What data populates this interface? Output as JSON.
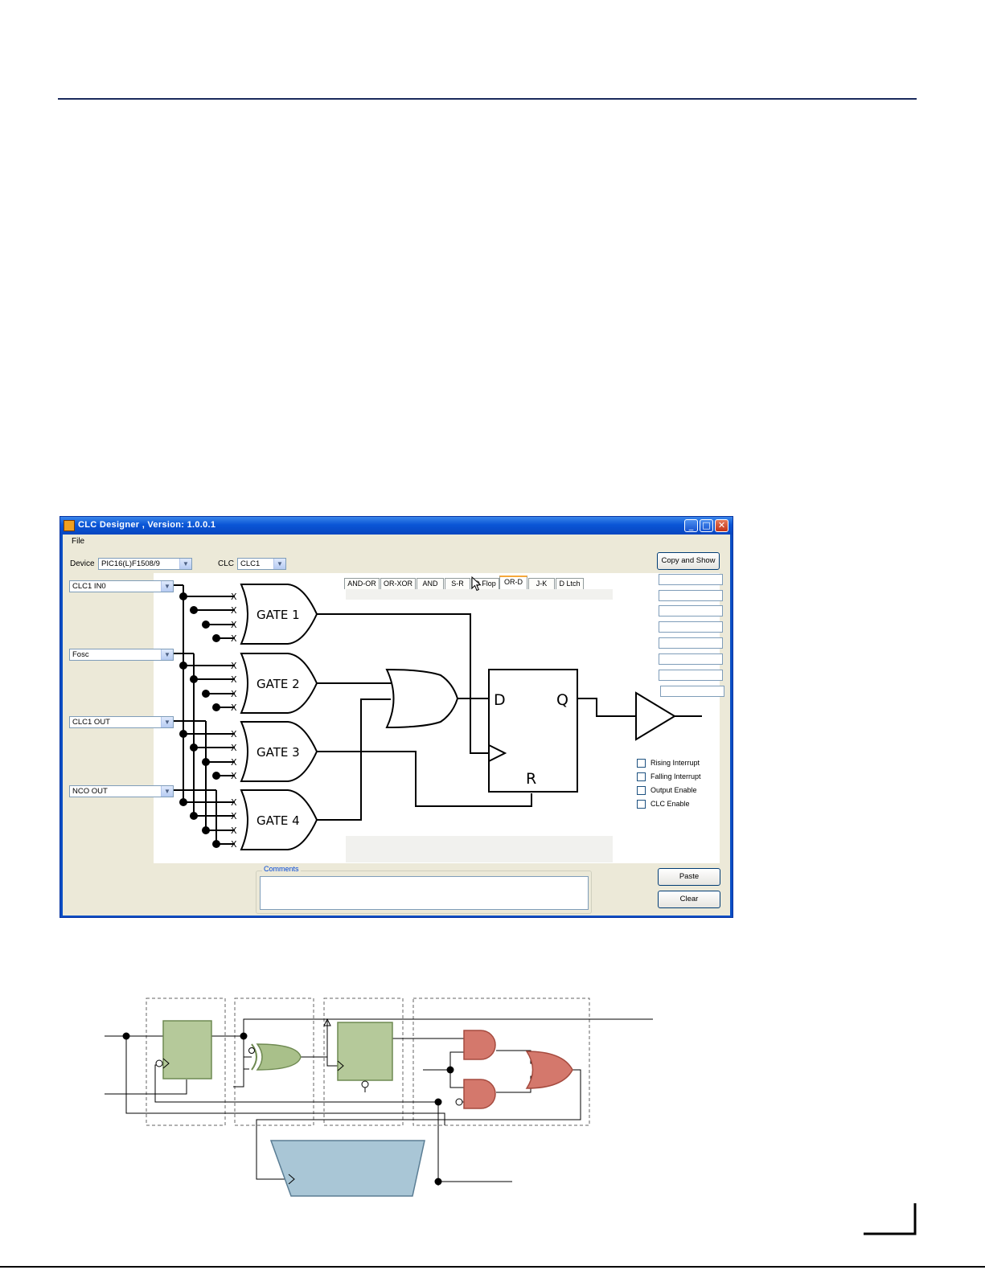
{
  "window": {
    "title": "CLC Designer , Version: 1.0.0.1",
    "controls": {
      "minimize": "_",
      "maximize": "□",
      "close": "✕"
    }
  },
  "menu": {
    "file": "File"
  },
  "device": {
    "label": "Device",
    "value": "PIC16(L)F1508/9"
  },
  "clc": {
    "label": "CLC",
    "value": "CLC1"
  },
  "inputs": [
    {
      "value": "CLC1 IN0"
    },
    {
      "value": "Fosc"
    },
    {
      "value": "CLC1 OUT"
    },
    {
      "value": "NCO OUT"
    }
  ],
  "tabs": [
    {
      "label": "AND-OR",
      "active": false
    },
    {
      "label": "OR-XOR",
      "active": false
    },
    {
      "label": "AND",
      "active": false
    },
    {
      "label": "S-R",
      "active": false
    },
    {
      "label": "D Flop",
      "active": false
    },
    {
      "label": "OR-D",
      "active": true
    },
    {
      "label": "J-K",
      "active": false
    },
    {
      "label": "D Ltch",
      "active": false
    }
  ],
  "buttons": {
    "copy_and_show": "Copy and Show",
    "paste": "Paste",
    "clear": "Clear"
  },
  "diagram": {
    "gates": [
      "GATE 1",
      "GATE 2",
      "GATE 3",
      "GATE 4"
    ],
    "x_mark": "X",
    "d_label": "D",
    "q_label": "Q",
    "r_label": "R"
  },
  "options": [
    {
      "label": "Rising Interrupt",
      "checked": false
    },
    {
      "label": "Falling Interrupt",
      "checked": false
    },
    {
      "label": "Output Enable",
      "checked": false
    },
    {
      "label": "CLC Enable",
      "checked": false
    }
  ],
  "comments": {
    "label": "Comments",
    "value": ""
  },
  "colors": {
    "title_bar": "#0a55d6",
    "window_bg": "#ece9d8",
    "rule": "#1a2a5c",
    "flipflop_fill": "#b5c99a",
    "xor_fill": "#a9c08a",
    "and_or_fill": "#d4786c",
    "mux_fill": "#a9c6d6"
  }
}
